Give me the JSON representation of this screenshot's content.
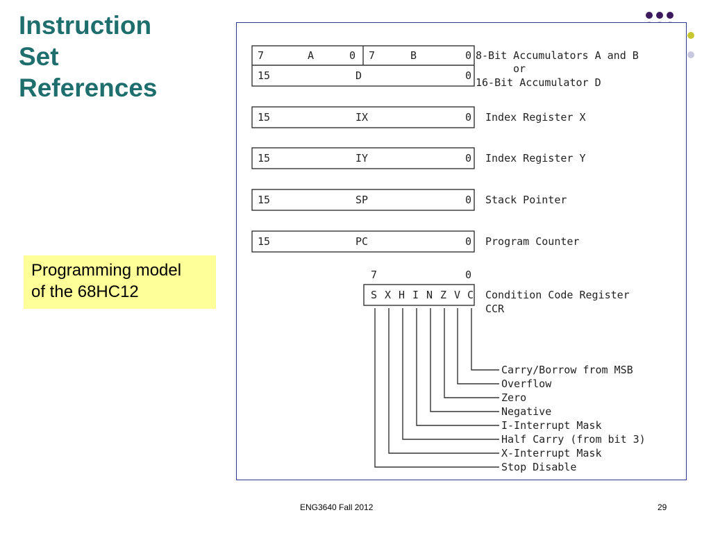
{
  "slide": {
    "title_lines": [
      "Instruction",
      "Set",
      "References"
    ],
    "callout_lines": [
      "Programming model",
      "of the 68HC12"
    ],
    "footer_course": "ENG3640 Fall 2012",
    "footer_page": "29"
  },
  "diagram": {
    "accumulators": {
      "a_hi": "7",
      "a_name": "A",
      "a_lo": "0",
      "b_hi": "7",
      "b_name": "B",
      "b_lo": "0",
      "d_hi": "15",
      "d_name": "D",
      "d_lo": "0",
      "label_line1": "8-Bit Accumulators A and B",
      "label_line2": "or",
      "label_line3": "16-Bit Accumulator D"
    },
    "registers": [
      {
        "hi": "15",
        "name": "IX",
        "lo": "0",
        "desc": "Index Register X"
      },
      {
        "hi": "15",
        "name": "IY",
        "lo": "0",
        "desc": "Index Register Y"
      },
      {
        "hi": "15",
        "name": "SP",
        "lo": "0",
        "desc": "Stack Pointer"
      },
      {
        "hi": "15",
        "name": "PC",
        "lo": "0",
        "desc": "Program Counter"
      }
    ],
    "ccr": {
      "hi": "7",
      "lo": "0",
      "bits": [
        "S",
        "X",
        "H",
        "I",
        "N",
        "Z",
        "V",
        "C"
      ],
      "label_line1": "Condition Code Register",
      "label_line2": "CCR",
      "bit_descriptions": [
        "Carry/Borrow from MSB",
        "Overflow",
        "Zero",
        "Negative",
        "I-Interrupt Mask",
        "Half Carry (from bit 3)",
        "X-Interrupt Mask",
        "Stop Disable"
      ]
    }
  },
  "colors": {
    "title": "#1f6e6e",
    "callout_bg": "#ffff99",
    "frame_border": "#2b3990",
    "dot_purple": "#3d1a5e",
    "dot_yellow": "#c8c832",
    "dot_lavender": "#c8c8e0"
  }
}
